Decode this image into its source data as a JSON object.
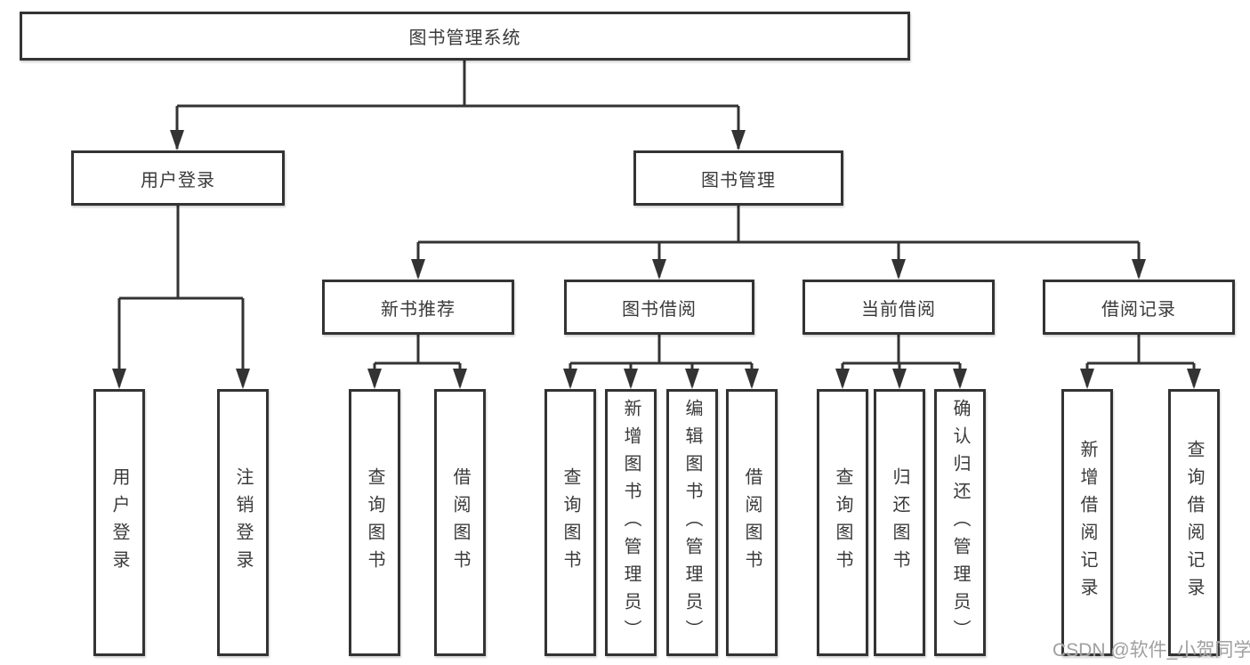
{
  "diagram": {
    "type": "tree",
    "root": {
      "label": "图书管理系统"
    },
    "branches": [
      {
        "label": "用户登录",
        "children": [
          "用户登录",
          "注销登录"
        ]
      },
      {
        "label": "图书管理",
        "children": [
          {
            "label": "新书推荐",
            "children": [
              "查询图书",
              "借阅图书"
            ]
          },
          {
            "label": "图书借阅",
            "children": [
              "查询图书",
              "新增图书（管理员）",
              "编辑图书（管理员）",
              "借阅图书"
            ]
          },
          {
            "label": "当前借阅",
            "children": [
              "查询图书",
              "归还图书",
              "确认归还（管理员）"
            ]
          },
          {
            "label": "借阅记录",
            "children": [
              "新增借阅记录",
              "查询借阅记录"
            ]
          }
        ]
      }
    ]
  },
  "watermark": {
    "text": "CSDN @软件_小贺同学"
  },
  "colors": {
    "line": "#333333",
    "text": "#3a3a3a",
    "watermark": "#a0a0a0",
    "bg": "#ffffff"
  }
}
